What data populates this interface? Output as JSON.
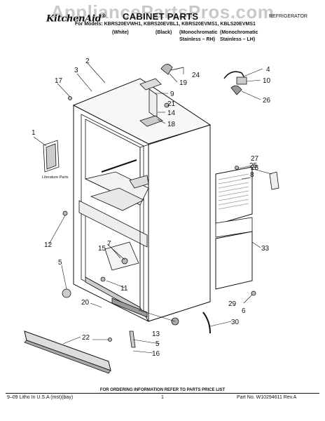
{
  "watermark": "AppliancePartsPros.com",
  "header": {
    "brand": "KitchenAid",
    "brand_mark": "®",
    "title": "CABINET PARTS",
    "section": "REFRIGERATOR",
    "models": "For Models: KBRS20EVWH1, KBRS20EVBL1, KBRS20EVMS1, KBLS20EVMS1",
    "variants": [
      {
        "line1": "(White)",
        "line2": ""
      },
      {
        "line1": "(Black)",
        "line2": ""
      },
      {
        "line1": "(Monochromatic",
        "line2": "Stainless – RH)"
      },
      {
        "line1": "(Monochromatic",
        "line2": "Stainless – LH)"
      }
    ]
  },
  "diagram": {
    "literature_label": "Literature Parts",
    "callouts": [
      "1",
      "2",
      "3",
      "4",
      "5",
      "5",
      "6",
      "7",
      "8",
      "9",
      "10",
      "11",
      "12",
      "13",
      "14",
      "15",
      "16",
      "17",
      "18",
      "19",
      "20",
      "21",
      "22",
      "24",
      "25",
      "26",
      "27",
      "28",
      "29",
      "30",
      "33"
    ]
  },
  "footer": {
    "ordering_note": "FOR ORDERING INFORMATION REFER TO PARTS PRICE LIST",
    "print_info": "9–09 Litho In U.S.A (mst)(bay)",
    "page_number": "1",
    "part_number": "Part No. W10294611 Rev.A"
  }
}
